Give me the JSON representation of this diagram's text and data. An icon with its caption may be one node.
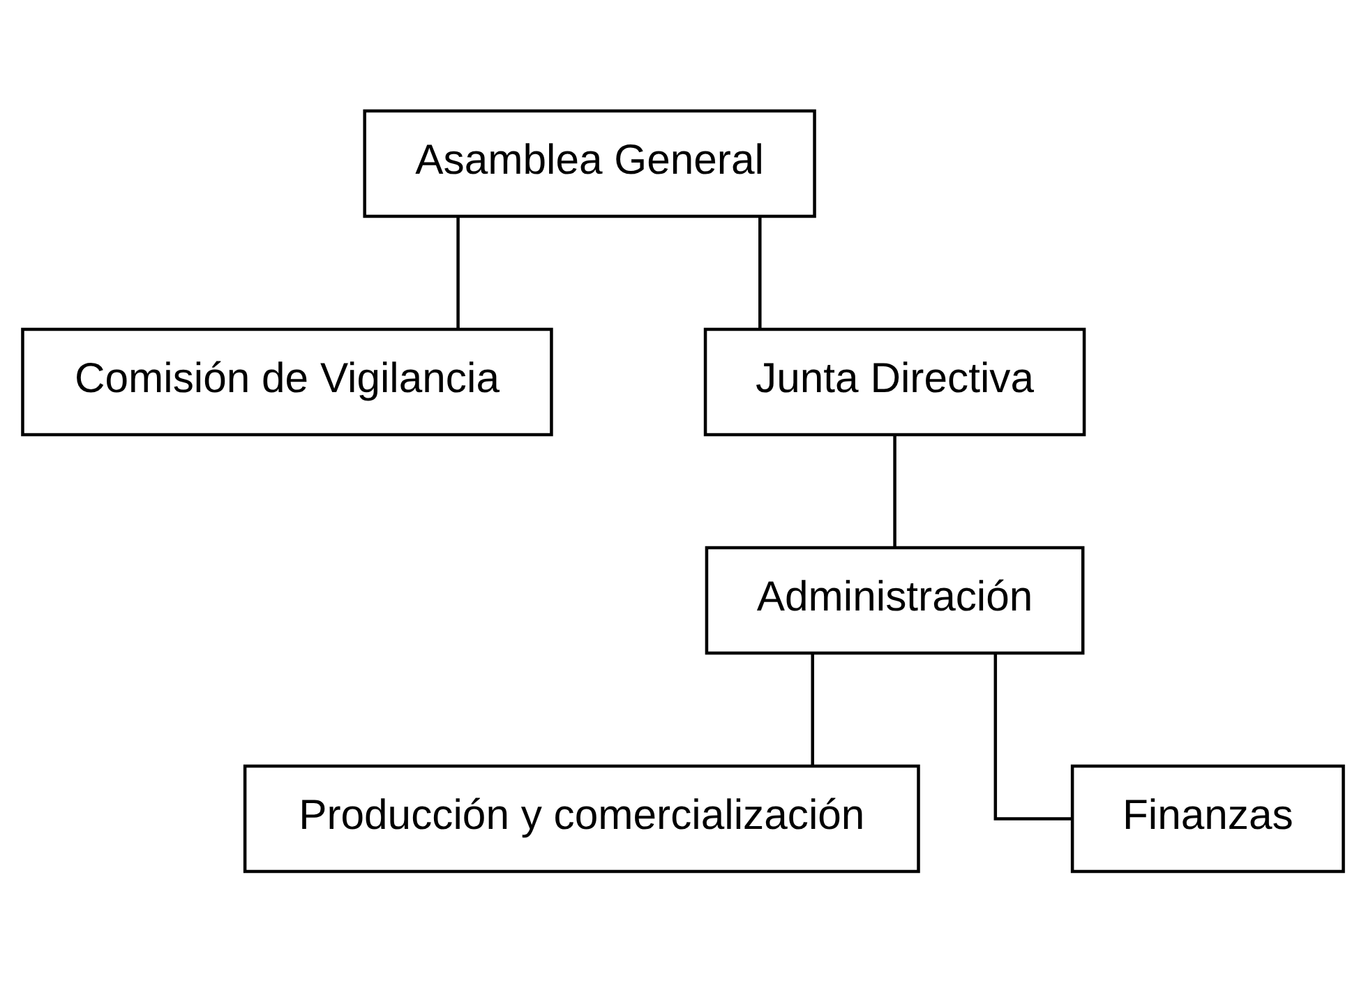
{
  "diagram": {
    "nodes": [
      {
        "text": [
          "Asamblea General"
        ]
      },
      {
        "text": [
          "Comisión de Vigilancia"
        ]
      },
      {
        "text": [
          "Junta Directiva"
        ]
      },
      {
        "text": [
          "Administración"
        ]
      },
      {
        "text": [
          "Producción y comercialización"
        ]
      },
      {
        "text": [
          "Finanzas"
        ]
      }
    ],
    "edges": [
      {
        "from": 0,
        "to": 2,
        "arrow": "none"
      },
      {
        "from": 0,
        "to": 1,
        "arrow": "none"
      },
      {
        "from": 2,
        "to": 3,
        "arrow": "none"
      },
      {
        "from": 3,
        "to": 4,
        "arrow": "none"
      },
      {
        "from": 3,
        "to": 5,
        "arrow": "none"
      }
    ]
  }
}
